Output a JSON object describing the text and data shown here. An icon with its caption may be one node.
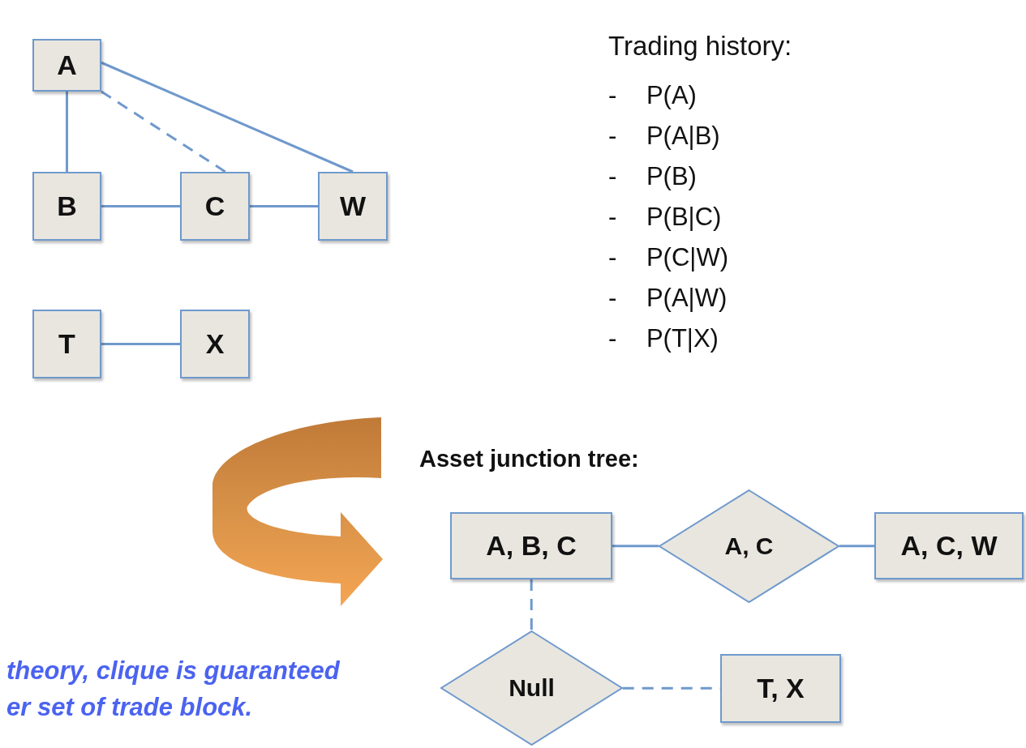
{
  "diagram": {
    "nodes": [
      {
        "text": [
          "A"
        ]
      },
      {
        "text": [
          "B"
        ]
      },
      {
        "text": [
          "C"
        ]
      },
      {
        "text": [
          "W"
        ]
      },
      {
        "text": [
          "T"
        ]
      },
      {
        "text": [
          "X"
        ]
      },
      {
        "text": [
          "A, B, C"
        ]
      },
      {
        "text": [
          "A, C"
        ]
      },
      {
        "text": [
          "A, C, W"
        ]
      },
      {
        "text": [
          "Null"
        ]
      },
      {
        "text": [
          "T, X"
        ]
      }
    ],
    "edges": [
      {
        "from": 0,
        "to": 1,
        "arrow": "none"
      },
      {
        "from": 0,
        "to": 2,
        "arrow": "none",
        "style": "dashed"
      },
      {
        "from": 0,
        "to": 3,
        "arrow": "none"
      },
      {
        "from": 1,
        "to": 2,
        "arrow": "none"
      },
      {
        "from": 2,
        "to": 3,
        "arrow": "none"
      },
      {
        "from": 4,
        "to": 5,
        "arrow": "none"
      },
      {
        "from": 6,
        "to": 7,
        "arrow": "none"
      },
      {
        "from": 7,
        "to": 8,
        "arrow": "none"
      },
      {
        "from": 6,
        "to": 9,
        "arrow": "none",
        "style": "dashed"
      },
      {
        "from": 9,
        "to": 10,
        "arrow": "none",
        "style": "dashed"
      }
    ],
    "labels": [
      "Trading history:",
      "- P(A)",
      "- P(A|B)",
      "- P(B)",
      "- P(B|C)",
      "- P(C|W)",
      "- P(A|W)",
      "- P(T|X)",
      "Asset junction tree:",
      "theory, clique is guaranteed",
      "er set of trade block."
    ]
  }
}
